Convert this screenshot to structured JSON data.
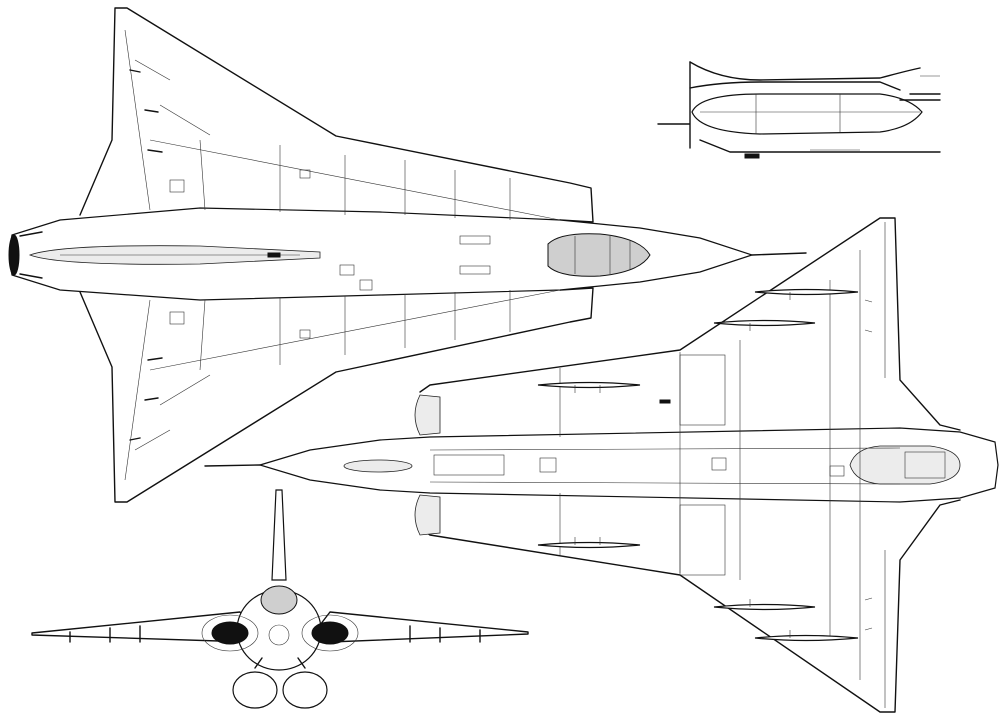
{
  "drawing": {
    "views": [
      {
        "name": "top-view"
      },
      {
        "name": "bottom-view"
      },
      {
        "name": "front-view"
      },
      {
        "name": "fuel-tank-detail"
      }
    ],
    "colors": {
      "line": "#111111",
      "background": "#ffffff",
      "canopy": "#cfcfcf",
      "intake": "#111111"
    }
  }
}
